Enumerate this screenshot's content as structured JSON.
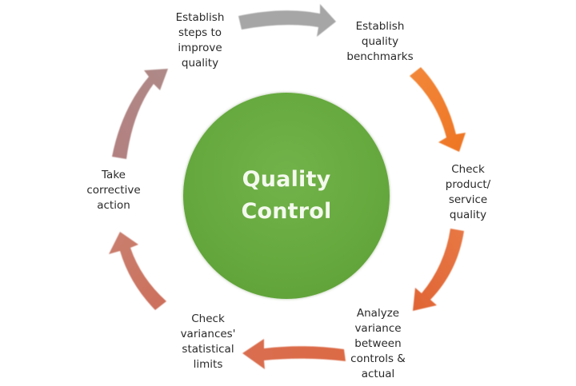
{
  "diagram": {
    "type": "cycle",
    "center": {
      "line1": "Quality",
      "line2": "Control",
      "color": "#66a93e"
    },
    "steps": [
      {
        "id": 1,
        "label": "Establish\nquality\nbenchmarks"
      },
      {
        "id": 2,
        "label": "Check\nproduct/\nservice\nquality"
      },
      {
        "id": 3,
        "label": "Analyze\nvariance\nbetween\ncontrols &\nactual"
      },
      {
        "id": 4,
        "label": "Check\nvariances'\nstatistical\nlimits"
      },
      {
        "id": 5,
        "label": "Take\ncorrective\naction"
      },
      {
        "id": 6,
        "label": "Establish\nsteps to\nimprove\nquality"
      }
    ],
    "arrows": [
      {
        "from": "Establish steps to improve quality",
        "to": "Establish quality benchmarks",
        "color": "#a6a6a6"
      },
      {
        "from": "Establish quality benchmarks",
        "to": "Check product/service quality",
        "color": "#f07f2a"
      },
      {
        "from": "Check product/service quality",
        "to": "Analyze variance between controls & actual",
        "color": "#e4693a"
      },
      {
        "from": "Analyze variance between controls & actual",
        "to": "Check variances' statistical limits",
        "color": "#dc6c4a"
      },
      {
        "from": "Check variances' statistical limits",
        "to": "Take corrective action",
        "color": "#c97767"
      },
      {
        "from": "Take corrective action",
        "to": "Establish steps to improve quality",
        "color": "#b08282"
      }
    ]
  }
}
